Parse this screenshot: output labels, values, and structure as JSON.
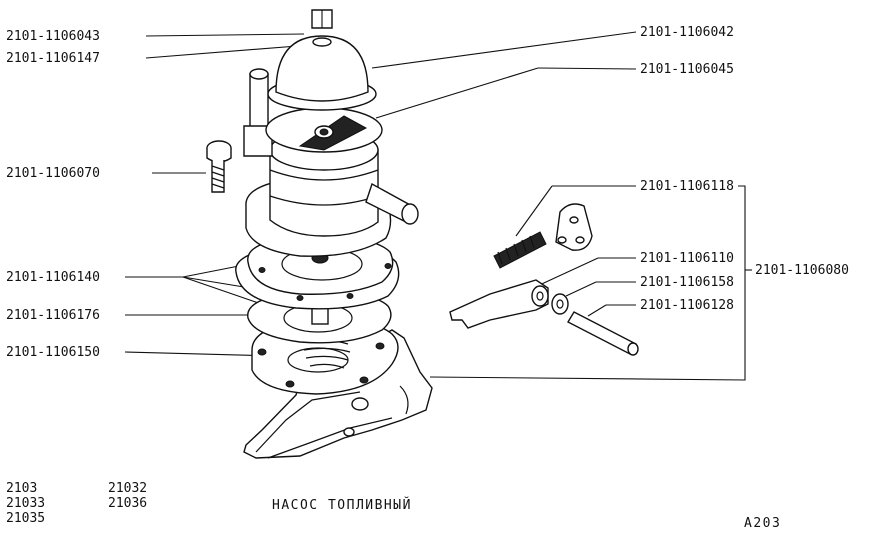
{
  "diagram": {
    "title": "НАСОС ТОПЛИВНЫЙ",
    "sheet_code": "А203",
    "models_left": [
      "2103",
      "21033",
      "21035"
    ],
    "models_right": [
      "21032",
      "21036"
    ],
    "part_labels": {
      "p_6043": "2101-1106043",
      "p_6147": "2101-1106147",
      "p_6070": "2101-1106070",
      "p_6140": "2101-1106140",
      "p_6176": "2101-1106176",
      "p_6150": "2101-1106150",
      "p_6042": "2101-1106042",
      "p_6045": "2101-1106045",
      "p_6118": "2101-1106118",
      "p_6110": "2101-1106110",
      "p_6158": "2101-1106158",
      "p_6128": "2101-1106128",
      "p_6080": "2101-1106080"
    }
  }
}
